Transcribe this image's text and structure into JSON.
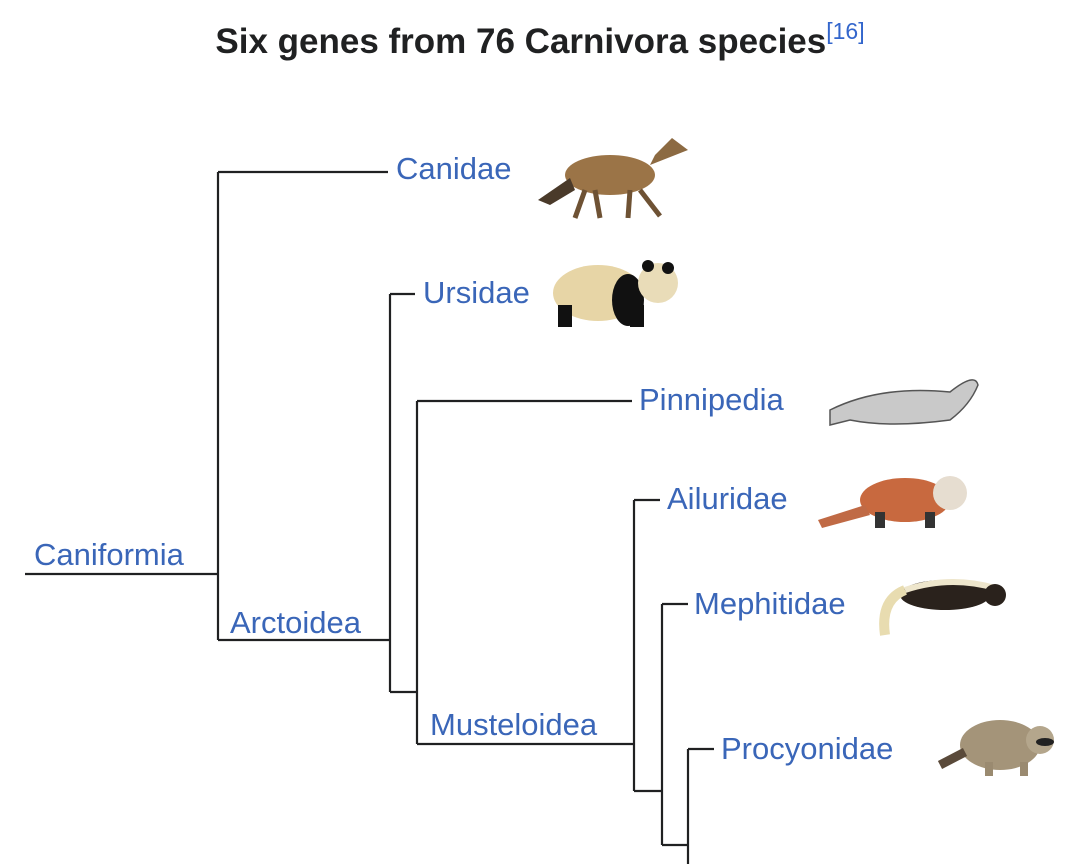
{
  "title": "Six genes from 76 Carnivora species",
  "citation": "[16]",
  "clades": {
    "root": "Caniformia",
    "arctoidea": "Arctoidea",
    "musteloidea": "Musteloidea"
  },
  "taxa": [
    {
      "name": "Canidae",
      "icon": "jackal-illustration"
    },
    {
      "name": "Ursidae",
      "icon": "panda-illustration"
    },
    {
      "name": "Pinnipedia",
      "icon": "seal-illustration"
    },
    {
      "name": "Ailuridae",
      "icon": "red-panda-illustration"
    },
    {
      "name": "Mephitidae",
      "icon": "skunk-illustration"
    },
    {
      "name": "Procyonidae",
      "icon": "raccoon-illustration"
    }
  ],
  "colors": {
    "link": "#3a66b8",
    "line": "#202122",
    "title": "#202122"
  }
}
